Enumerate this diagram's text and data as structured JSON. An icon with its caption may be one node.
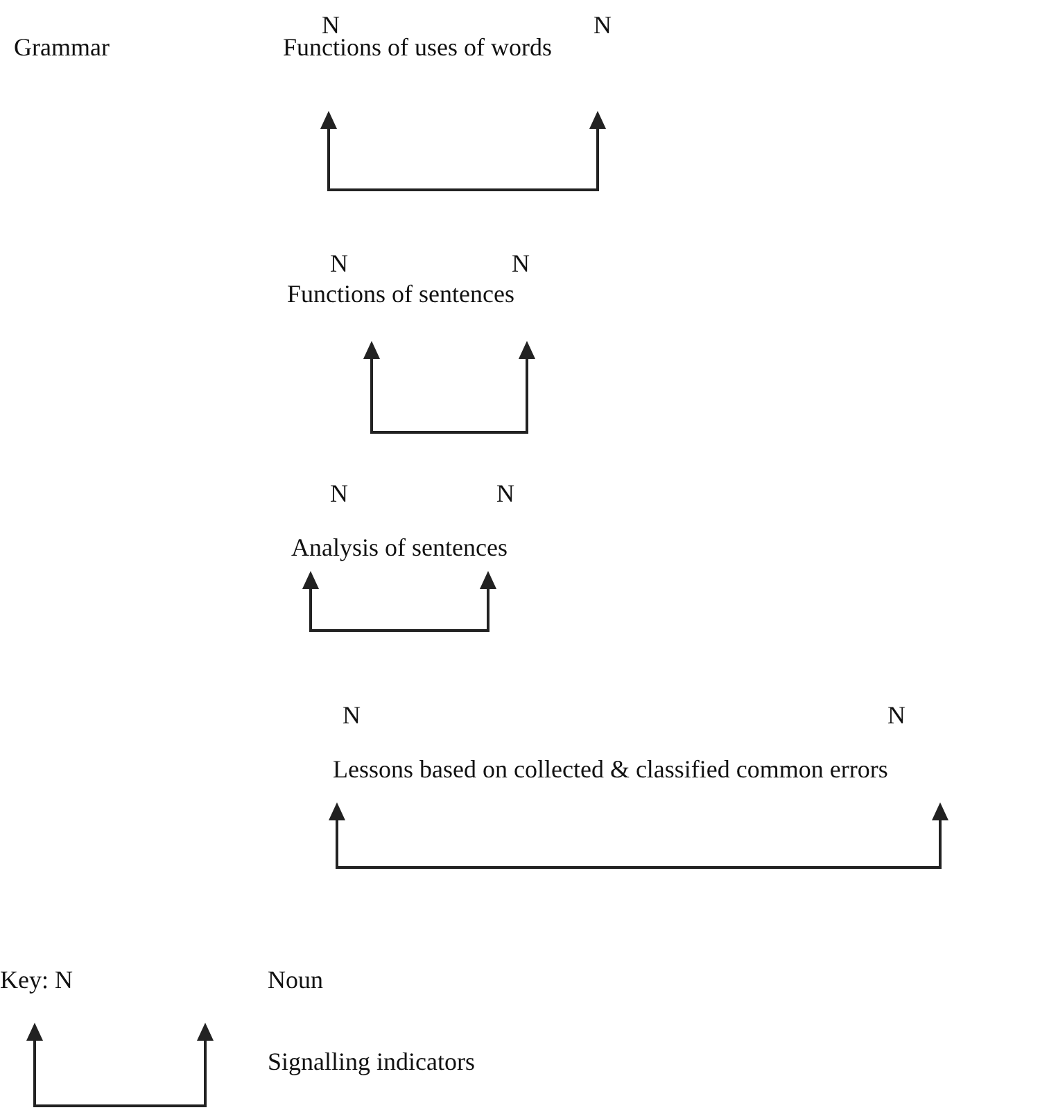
{
  "diagram": {
    "labels": [
      "N",
      "N",
      "Grammar",
      "Functions of uses of words",
      "N",
      "N",
      "Functions of sentences",
      "N",
      "N",
      "Analysis of sentences",
      "N",
      "N",
      "Lessons based on collected & classified common errors",
      "Key: N"
    ],
    "legend": [
      {
        "text": "Noun"
      },
      {
        "text": "Signalling indicators"
      }
    ]
  }
}
